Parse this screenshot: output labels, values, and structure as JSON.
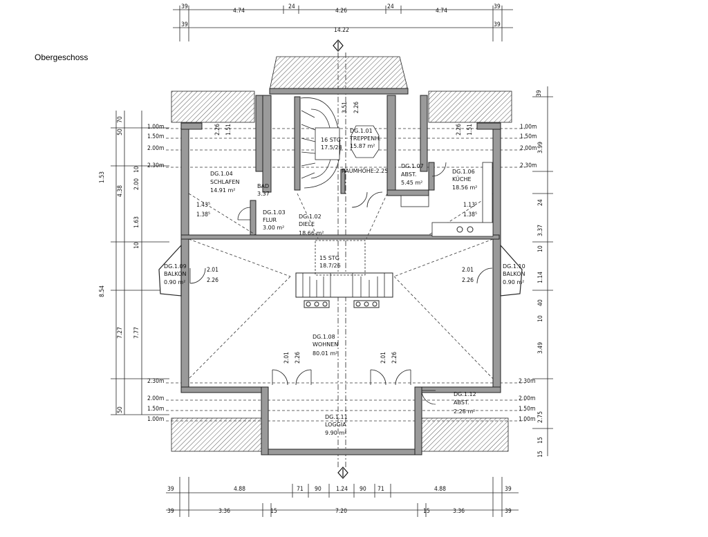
{
  "title": "Obergeschoss",
  "dims_top_row1": [
    "39",
    "4.74",
    "24",
    "4.26",
    "24",
    "4.74",
    "39"
  ],
  "dims_top_row2": [
    "39",
    "14.22",
    "39"
  ],
  "dims_bottom_row1": [
    "39",
    "4.88",
    "71",
    "90",
    "1.24",
    "90",
    "71",
    "4.88",
    "39"
  ],
  "dims_bottom_row2": [
    "39",
    "3.36",
    "15",
    "7.20",
    "15",
    "3.36",
    "39"
  ],
  "dims_left": [
    "50",
    "70",
    "1.53",
    "4.38",
    "10",
    "2.00",
    "1.63",
    "10",
    "8.54",
    "7.27",
    "7.77",
    "50",
    "2.30m",
    "2.00m",
    "1.50m",
    "1.00m",
    "1.00m",
    "1.50m",
    "2.00m",
    "2.30m"
  ],
  "dims_right": [
    "39",
    "1.00m",
    "1.50m",
    "2.00m",
    "2.30m",
    "3.99",
    "24",
    "3.37",
    "10",
    "1.14",
    "40",
    "10",
    "3.49",
    "2.30m",
    "2.00m",
    "1.50m",
    "1.00m",
    "2.75",
    "15",
    "15"
  ],
  "rooms": {
    "treppenhaus": {
      "id": "DG.1.01",
      "name": "TREPPENH.",
      "area": "15.87  m²"
    },
    "flur": {
      "id": "DG.1.03",
      "name": "FLUR",
      "area": "3.00  m²"
    },
    "schlafen": {
      "id": "DG.1.04",
      "name": "SCHLAFEN",
      "area": "14.91  m²"
    },
    "bad": {
      "name": "BAD",
      "area": "3.37"
    },
    "diele": {
      "id": "DG.1.02",
      "name": "DIELE",
      "area": "18.66  m²"
    },
    "abst1": {
      "id": "DG.1.07",
      "name": "ABST.",
      "area": "5.45  m²"
    },
    "kueche": {
      "id": "DG.1.06",
      "name": "KÜCHE",
      "area": "18.56  m²"
    },
    "balkon_left": {
      "id": "DG.1.09",
      "name": "BALKON",
      "area": "0.90  m²"
    },
    "balkon_right": {
      "id": "DG.1.10",
      "name": "BALKON",
      "area": "0.90  m²"
    },
    "wohnen": {
      "id": "DG.1.08",
      "name": "WOHNEN",
      "area": "80.01  m²"
    },
    "loggia": {
      "id": "DG.1.11",
      "name": "LOGGIA",
      "area": "9.90  m²"
    },
    "abst2": {
      "id": "DG.1.12",
      "name": "ABST.",
      "area": "2.28  m²"
    }
  },
  "stairs_top": {
    "count": "16  STG",
    "ratio": "17.5/28"
  },
  "stairs_mid": {
    "count": "15  STG",
    "ratio": "18.7/26"
  },
  "raumhoehe": "RAUMHÖHE:2.25",
  "openings": {
    "schlafen_win": [
      "2.26",
      "1.51"
    ],
    "kueche_win": [
      "2.26",
      "1.51"
    ],
    "trepp_win": [
      "3.51",
      "2.26"
    ],
    "schlafen_door": [
      "1.43⁵",
      "1.38⁵"
    ],
    "kueche_door": [
      "1.13⁵",
      "1.38⁵"
    ],
    "balkon_l": [
      "2.01",
      "2.26"
    ],
    "balkon_r": [
      "2.01",
      "2.26"
    ],
    "wohnen_l": [
      "2.01",
      "2.26"
    ],
    "wohnen_r": [
      "2.01",
      "2.26"
    ]
  }
}
